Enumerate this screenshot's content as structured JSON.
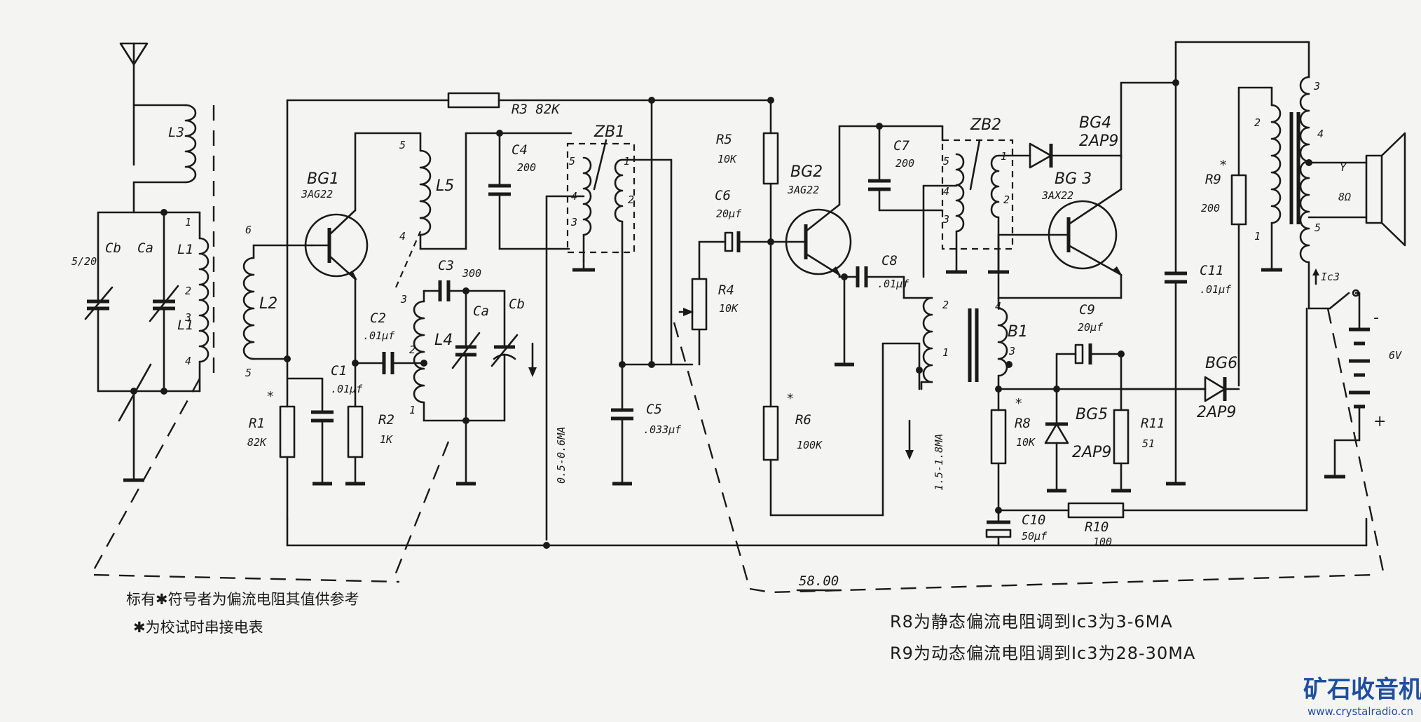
{
  "labels": {
    "L3": "L3",
    "Cb_left": "Cb",
    "Ca_left": "Ca",
    "L1_top": "L1",
    "L1_bottom": "L1",
    "vc_left": "5/20",
    "n1": "1",
    "n2": "2",
    "n3": "3",
    "n4": "4",
    "L2": "L2",
    "L2_pin6": "6",
    "L2_pin5": "5",
    "BG1": "BG1",
    "BG1_type": "3AG22",
    "R1": "R1",
    "R1_val": "82K",
    "C1": "C1",
    "C1_val": ".01μf",
    "R2": "R2",
    "R2_val": "1K",
    "C2": "C2",
    "C2_val": ".01μf",
    "L5": "L5",
    "L5_pin5": "5",
    "L5_pin4": "4",
    "L4": "L4",
    "L4_pin3": "3",
    "L4_pin2": "2",
    "L4_pin1": "1",
    "C3": "C3",
    "C3_val": "300",
    "Ca_mid": "Ca",
    "Cb_mid": "Cb",
    "R3": "R3 82K",
    "C4": "C4",
    "C4_val": "200",
    "ZB1": "ZB1",
    "ZB1_p5": "5",
    "ZB1_p4": "4",
    "ZB1_p3": "3",
    "ZB1_p1": "1",
    "ZB1_p2": "2",
    "I1": "0.5-0.6MA",
    "C5": "C5",
    "C5_val": ".033μf",
    "R4": "R4",
    "R4_val": "10K",
    "R5": "R5",
    "R5_val": "10K",
    "C6": "C6",
    "C6_val": "20μf",
    "BG2": "BG2",
    "BG2_type": "3AG22",
    "R6": "R6",
    "R6_val": "100K",
    "C7": "C7",
    "C7_val": "200",
    "ZB2": "ZB2",
    "ZB2_p5": "5",
    "ZB2_p4": "4",
    "ZB2_p3": "3",
    "ZB2_p1": "1",
    "ZB2_p2": "2",
    "C8": "C8",
    "C8_val": ".01μf",
    "I2": "1.5-1.8MA",
    "B1": "B1",
    "B1_p2": "2",
    "B1_p1": "1",
    "B1_p4": "4",
    "B1_p3": "3",
    "BG4": "BG4",
    "BG4_type": "2AP9",
    "BG3": "BG 3",
    "BG3_type": "3AX22",
    "C9": "C9",
    "C9_val": "20μf",
    "R8": "R8",
    "R8_val": "10K",
    "BG5": "BG5",
    "BG5_type": "2AP9",
    "R11": "R11",
    "R11_val": "51",
    "C10": "C10",
    "C10_val": "50μf",
    "R10": "R10",
    "R10_val": "100",
    "C11": "C11",
    "C11_val": ".01μf",
    "R9": "R9",
    "R9_val": "200",
    "T_p2": "2",
    "T_p1": "1",
    "T_p3": "3",
    "T_p4": "4",
    "T_p5": "5",
    "spk_y": "Y",
    "spk_ohm": "8Ω",
    "Ic3": "Ic3",
    "BG6": "BG6",
    "BG6_type": "2AP9",
    "batt_minus": "-",
    "batt_plus": "+",
    "batt_v": "6V",
    "star": "*",
    "mark": "58.00"
  },
  "notes": {
    "line1": "标有✱符号者为偏流电阻其值供参考",
    "line2": "✱为校试时串接电表",
    "r8": "R8为静态偏流电阻调到Ic3为3-6MA",
    "r9": "R9为动态偏流电阻调到Ic3为28-30MA"
  },
  "brand": {
    "name": "矿石收音机",
    "url": "www.crystalradio.cn",
    "color": "#1f4f9e"
  }
}
